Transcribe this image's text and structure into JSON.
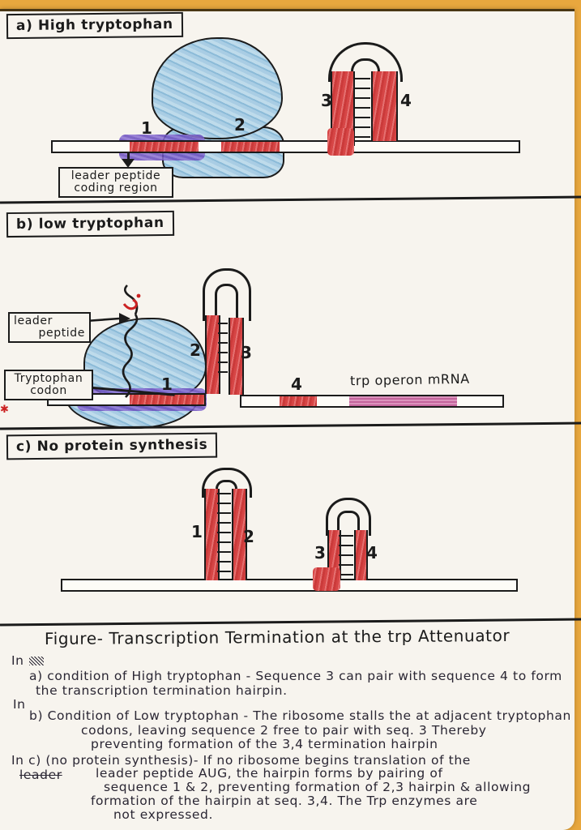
{
  "panels": {
    "a": {
      "title": "a) High tryptophan",
      "seq": {
        "s1": "1",
        "s2": "2",
        "s3": "3",
        "s4": "4"
      },
      "leader_box": {
        "line1": "leader peptide",
        "line2": "coding region"
      }
    },
    "b": {
      "title": "b) low tryptophan",
      "seq": {
        "s1": "1",
        "s2": "2",
        "s3": "3",
        "s4": "4"
      },
      "leader_peptide_box": {
        "line1": "leader",
        "line2": "peptide"
      },
      "trp_codon_box": {
        "line1": "Tryptophan",
        "line2": "codon"
      },
      "mrna_label": "trp operon mRNA"
    },
    "c": {
      "title": "c) No protein synthesis",
      "seq": {
        "s1": "1",
        "s2": "2",
        "s3": "3",
        "s4": "4"
      }
    }
  },
  "caption": "Figure- Transcription Termination at the trp Attenuator",
  "notes": {
    "a": {
      "intro": "In",
      "lines": [
        "a) condition of High tryptophan - Sequence 3 can pair with sequence 4 to form",
        "the transcription termination hairpin."
      ]
    },
    "b": {
      "intro": "In",
      "lines": [
        "b) Condition of Low tryptophan - The ribosome stalls the at adjacent tryptophan",
        "codons, leaving sequence 2 free to pair with seq. 3 Thereby",
        "preventing formation of the 3,4 termination hairpin"
      ]
    },
    "c": {
      "struck_word": "leader",
      "lines": [
        "In c) (no protein synthesis)- If no ribosome begins translation of the",
        "leader peptide AUG, the hairpin forms by pairing of",
        "sequence 1 & 2, preventing formation of 2,3 hairpin & allowing",
        "formation of the hairpin at seq. 3,4. The Trp enzymes are",
        "not expressed."
      ]
    }
  },
  "colors": {
    "paper": "#f7f4ee",
    "desk": "#e8a73e",
    "ink": "#1b1b1b",
    "sequence_red": "#d64545",
    "ribosome_blue": "#a9cde4",
    "leader_purple": "#6a4dbf",
    "mrna_pink": "#d88bb8"
  }
}
